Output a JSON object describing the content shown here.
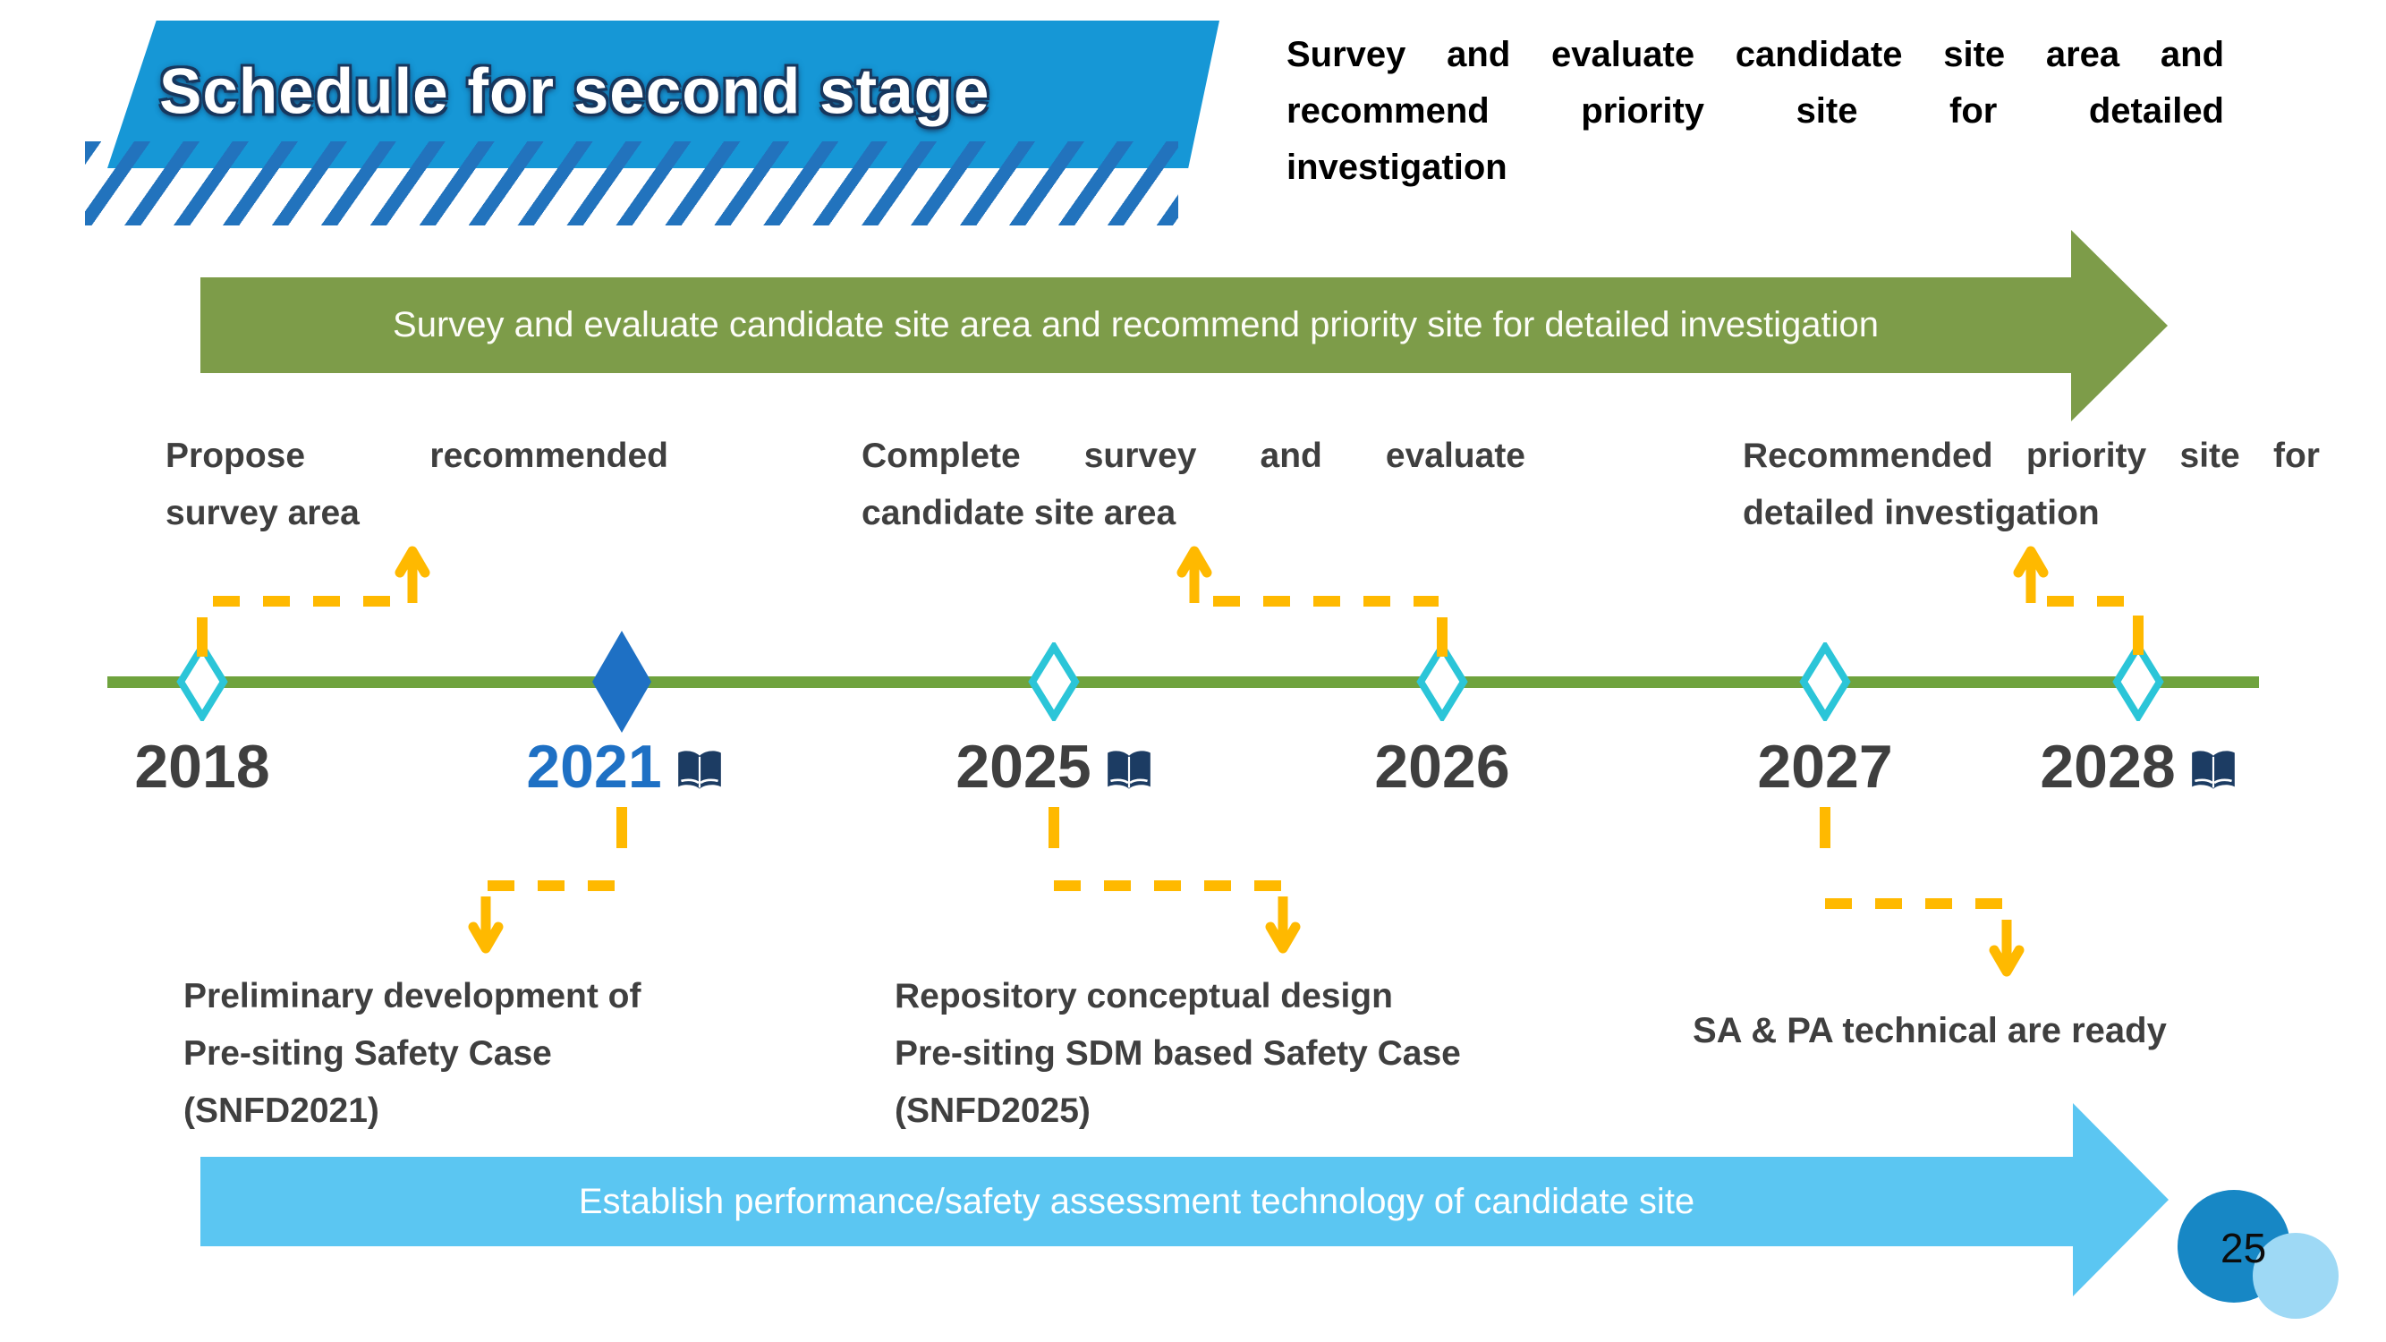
{
  "slide": {
    "title": "Schedule for second stage",
    "page_number": "25"
  },
  "heading": {
    "lines": [
      "Survey and evaluate candidate site area and",
      "recommend priority site for detailed",
      "investigation"
    ]
  },
  "banners": {
    "top_arrow": "Survey and evaluate candidate site area and recommend priority site for detailed investigation",
    "bottom_arrow": "Establish performance/safety assessment technology of candidate site"
  },
  "timeline": {
    "years": [
      {
        "label": "2018",
        "marker": "open",
        "has_book": false
      },
      {
        "label": "2021",
        "marker": "filled",
        "has_book": true
      },
      {
        "label": "2025",
        "marker": "open",
        "has_book": true
      },
      {
        "label": "2026",
        "marker": "open",
        "has_book": false
      },
      {
        "label": "2027",
        "marker": "open",
        "has_book": false
      },
      {
        "label": "2028",
        "marker": "open",
        "has_book": true
      }
    ]
  },
  "annotations": {
    "above": [
      {
        "lines": [
          "Propose recommended",
          "survey area"
        ]
      },
      {
        "lines": [
          "Complete survey and evaluate",
          "candidate site area"
        ]
      },
      {
        "lines": [
          "Recommended priority site for",
          "detailed investigation"
        ]
      }
    ],
    "below": [
      {
        "lines": [
          "Preliminary development of",
          "Pre-siting Safety Case",
          "(SNFD2021)"
        ]
      },
      {
        "lines": [
          "Repository conceptual design",
          "Pre-siting SDM based Safety Case",
          "(SNFD2025)"
        ]
      },
      {
        "lines": [
          "SA & PA technical are ready"
        ]
      }
    ]
  },
  "colors": {
    "title_banner_blue": "#1697D6",
    "hatch_blue": "#2273BD",
    "title_outline_navy": "#17375E",
    "olive_arrow": "#7D9C49",
    "timeline_green": "#6FA33E",
    "diamond_cyan": "#2BC5D8",
    "diamond_blue": "#1E70C4",
    "connector_yellow": "#FFB900",
    "sky_arrow": "#5BC6F2",
    "book_navy": "#1C3C63",
    "text_gray": "#3F3F3F",
    "page_circle_dark": "#1787C5",
    "page_circle_light": "#9ED9F5"
  }
}
